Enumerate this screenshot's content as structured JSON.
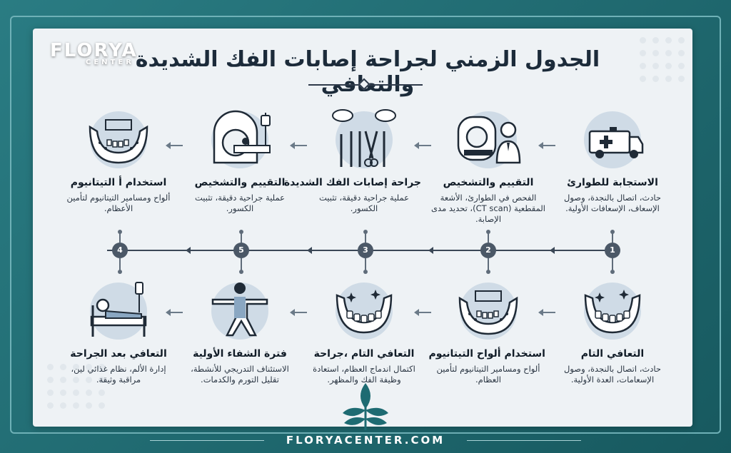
{
  "brand": {
    "logo_main": "FLORYA",
    "logo_sub": "CENTER",
    "footer_url": "FLORYACENTER.COM"
  },
  "title": "الجدول الزمني لجراحة إصابات الفك الشديدة والتعافي",
  "top_row": [
    {
      "title": "الاستجابة للطوارئ",
      "text": "حادث، اتصال بالنجدة، وصول الإسعاف، الإسعافات الأولية.",
      "icon": "ambulance-icon",
      "number": "1"
    },
    {
      "title": "التقييم والتشخيص",
      "text": "الفحص في الطوارئ، الأشعة المقطعية (CT scan)، تحديد مدى الإصابة.",
      "icon": "doctor-ct-scan-icon",
      "number": "2"
    },
    {
      "title": "جراحة إصابات الفك الشديدة",
      "text": "عملية جراحية دقيقة، تثبيت الكسور.",
      "icon": "surgical-tools-icon",
      "number": "3"
    },
    {
      "title": "التقييم والتشخيص",
      "text": "عملية جراحية دقيقة، تثبيت الكسور.",
      "icon": "ct-scanner-icon",
      "number": "5"
    },
    {
      "title": "استخدام أ التيتانيوم",
      "text": "ألواح ومسامير التيتانيوم لتأمين الأعظام.",
      "icon": "jaw-plates-icon",
      "number": "4"
    }
  ],
  "bottom_row": [
    {
      "title": "التعافي التام",
      "text": "حادث، اتصال بالنجدة، وصول الإسعامات، العدة الأولية.",
      "icon": "healthy-teeth-icon"
    },
    {
      "title": "استخدام ألواح التيتانيوم",
      "text": "ألواح ومسامير التيتانيوم لتأمين العظام.",
      "icon": "jaw-plates-icon"
    },
    {
      "title": "التعافي التام ،جراحة",
      "text": "اكتمال اندماج العظام، استعادة وظيفة الفك والمظهر.",
      "icon": "healthy-teeth-icon"
    },
    {
      "title": "فترة الشفاء الأولية",
      "text": "الاستئناف التدريجي للأنشطة، تقليل التورم والكدمات.",
      "icon": "exercise-icon"
    },
    {
      "title": "التعافي بعد الجراحة",
      "text": "إدارة الألم، نظام غذائي لين، مراقبة وثيقة.",
      "icon": "hospital-bed-icon"
    }
  ],
  "colors": {
    "panel": "#eef2f5",
    "frame_bg": "#1e6b72",
    "icon_circle": "#cfdbe6",
    "node": "#4b5867"
  }
}
